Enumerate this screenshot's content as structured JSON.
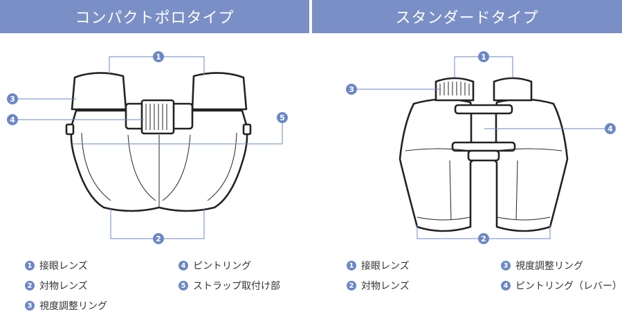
{
  "headers": {
    "left": "コンパクトポロタイプ",
    "right": "スタンダードタイプ"
  },
  "callouts": [
    "1",
    "2",
    "3",
    "4",
    "5"
  ],
  "legend_left": [
    {
      "num": "1",
      "label": "接眼レンズ"
    },
    {
      "num": "2",
      "label": "対物レンズ"
    },
    {
      "num": "3",
      "label": "視度調整リング"
    },
    {
      "num": "4",
      "label": "ピントリング"
    },
    {
      "num": "5",
      "label": "ストラップ取付け部"
    }
  ],
  "legend_right": [
    {
      "num": "1",
      "label": "接眼レンズ"
    },
    {
      "num": "2",
      "label": "対物レンズ"
    },
    {
      "num": "3",
      "label": "視度調整リング"
    },
    {
      "num": "4",
      "label": "ピントリング（レバー）"
    }
  ],
  "colors": {
    "header": "#7a8fc6",
    "accent": "#6b87c5",
    "line": "#222222"
  }
}
